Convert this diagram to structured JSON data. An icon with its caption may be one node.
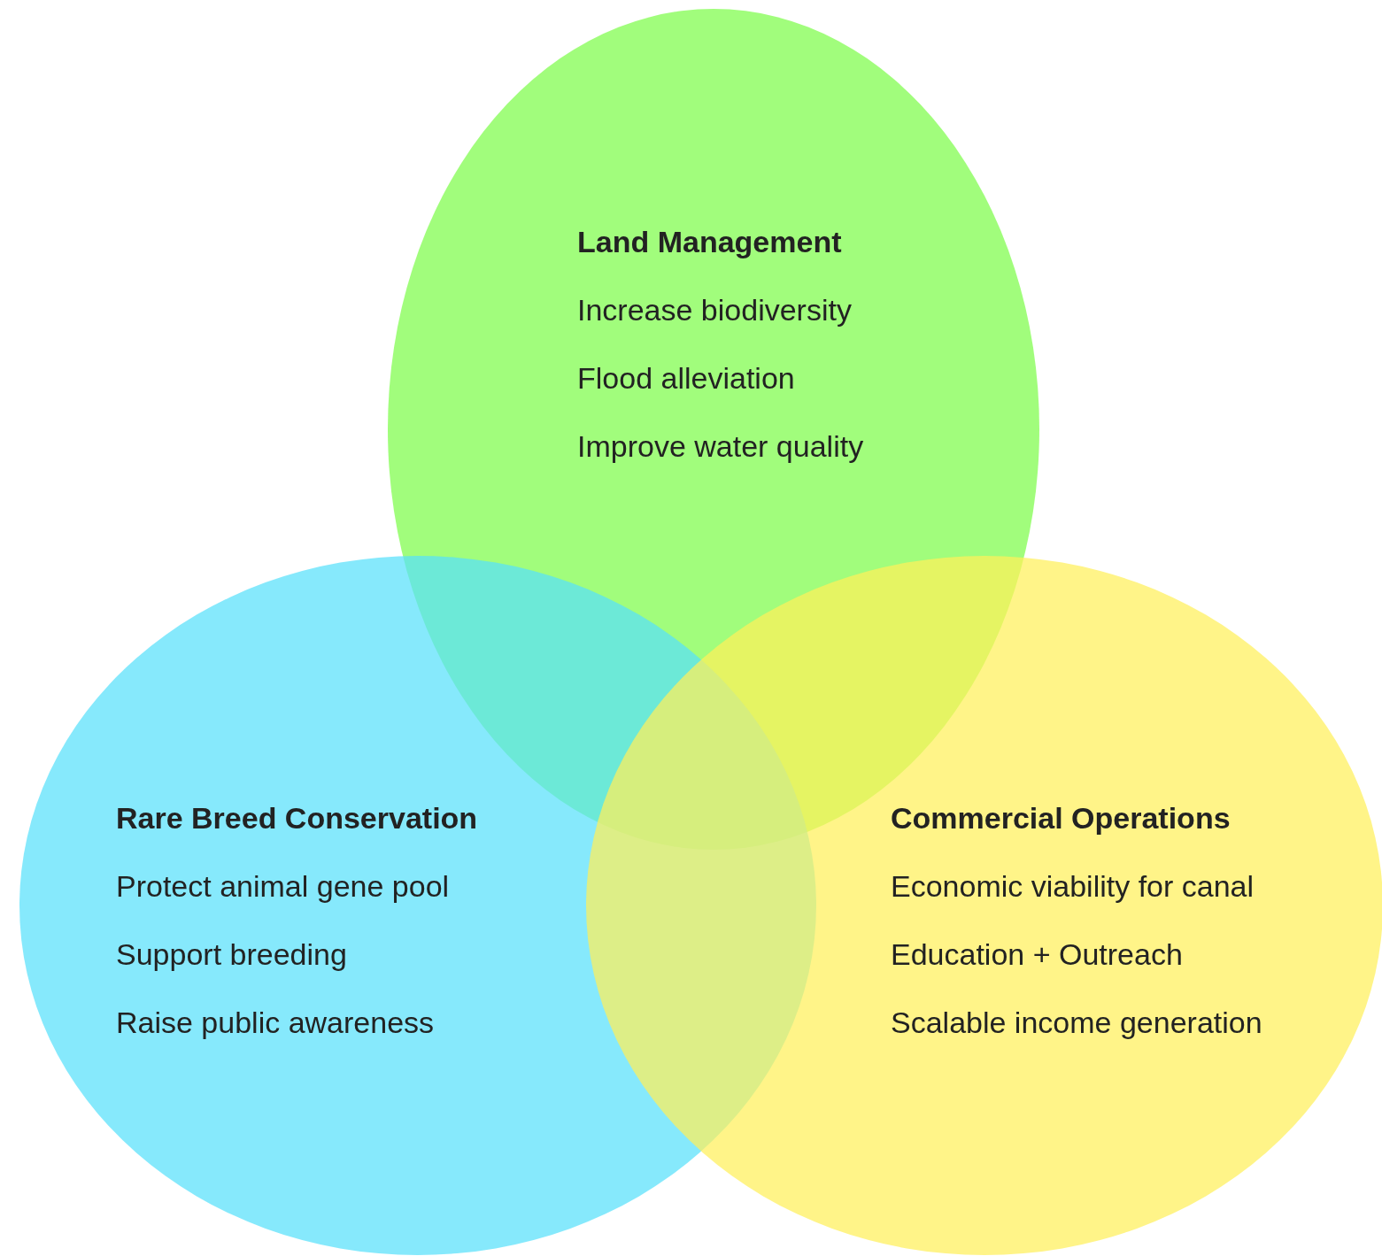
{
  "diagram": {
    "nodes": [
      {
        "text": [
          "Land Management",
          "Increase biodiversity",
          "Flood alleviation",
          "Improve water quality"
        ]
      },
      {
        "text": [
          "Rare Breed Conservation",
          "Protect animal gene pool",
          "Support breeding",
          "Raise public awareness"
        ]
      },
      {
        "text": [
          "Commercial Operations",
          "Economic viability for canal",
          "Education + Outreach",
          "Scalable income generation"
        ]
      }
    ]
  }
}
